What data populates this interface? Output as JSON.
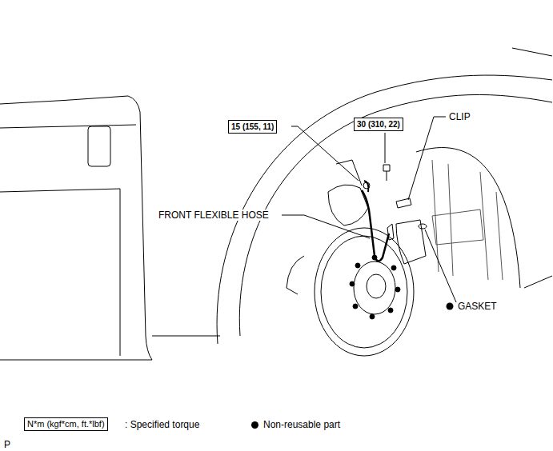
{
  "diagram": {
    "nodes": [
      {
        "text": [
          "15 (155, 11)"
        ]
      },
      {
        "text": [
          "30 (310, 22)"
        ]
      },
      {
        "text": [
          "N*m (kgf*cm, ft.*lbf)"
        ]
      }
    ],
    "labels": [
      "CLIP",
      "FRONT FLEXIBLE HOSE",
      "GASKET",
      ": Specified torque",
      "P"
    ],
    "legend": [
      {
        "text": "Non-reusable part"
      }
    ]
  }
}
